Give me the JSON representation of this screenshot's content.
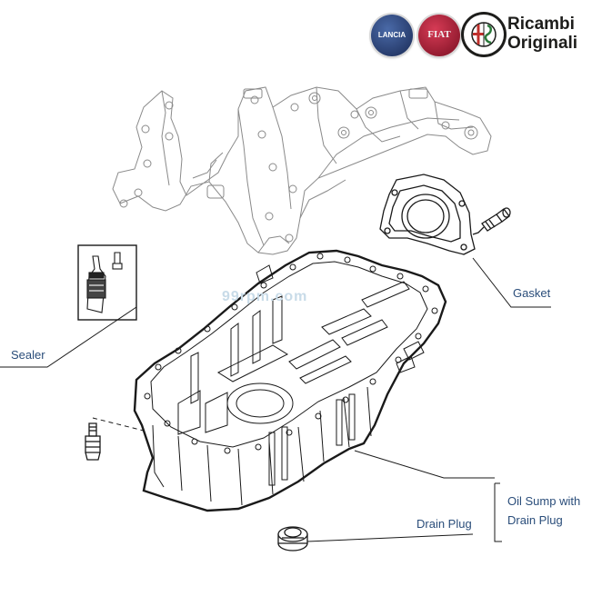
{
  "brand": {
    "line1": "Ricambi",
    "line2": "Originali",
    "badges": [
      {
        "text": "LANCIA",
        "color": "#2b3f73"
      },
      {
        "text": "FIAT",
        "color": "#9e1b32"
      },
      {
        "text": "ALFA ROMEO",
        "color": "#1d1d1b"
      }
    ]
  },
  "watermark": "99rpm.com",
  "labels": {
    "gasket": "Gasket",
    "sealer": "Sealer",
    "drain_plug": "Drain Plug",
    "oil_sump_line1": "Oil Sump with",
    "oil_sump_line2": "Drain Plug"
  },
  "colors": {
    "label_text": "#2a4d7a",
    "line_art": "#1a1a1a",
    "engine_block": "#777777"
  }
}
